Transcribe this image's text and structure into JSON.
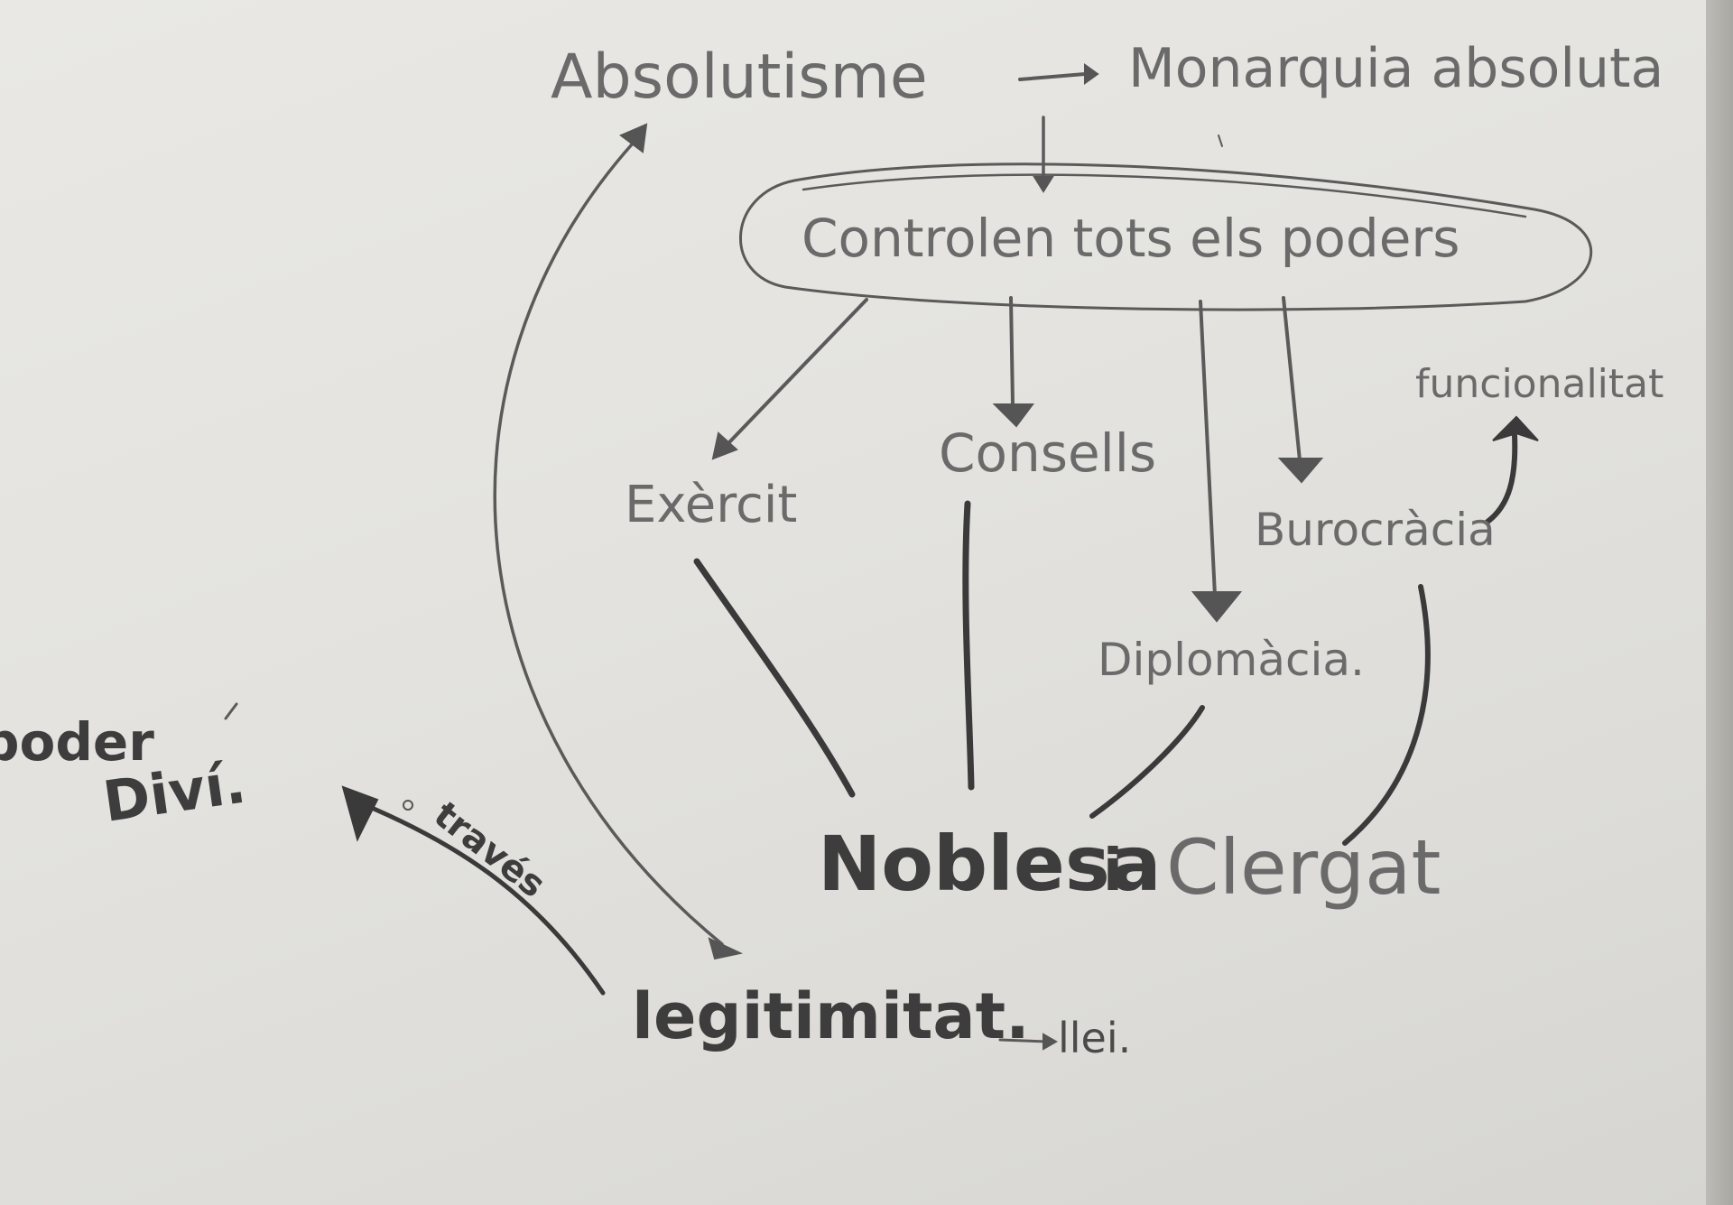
{
  "nodes": {
    "absolutisme": "Absolutisme",
    "monarquia": "Monarquia absoluta",
    "controlen": "Controlen tots els poders",
    "exercit": "Exèrcit",
    "consells": "Consells",
    "burocracia": "Burocràcia",
    "funcionalitat": "funcionalitat",
    "diplomacia": "Diplomàcia.",
    "noblesa": "Noblesa",
    "conj": "i",
    "clergat": "Clergat",
    "legitimitat": "legitimitat.",
    "llei": "llei.",
    "traves": "través",
    "poder": "poder",
    "divi": "Diví."
  },
  "colors": {
    "paper": "#e6e5e1",
    "pencil": "#4a4a4a"
  }
}
